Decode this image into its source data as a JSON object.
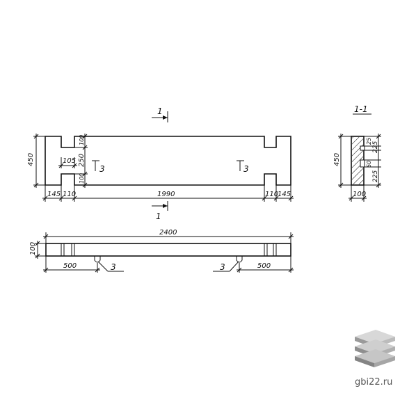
{
  "plan_view": {
    "section_mark": "1",
    "dims": {
      "height": "450",
      "notch_depth": "100",
      "notch_width": "105",
      "middle": "250",
      "notch_bottom": "100",
      "left_end": "145",
      "left_notch": "110",
      "middle_span": "1990",
      "right_notch": "110",
      "right_end": "145"
    },
    "loop_mark": "3"
  },
  "elevation": {
    "length": "2400",
    "thickness": "100",
    "left_offset": "500",
    "right_offset": "500",
    "loop_mark": "3"
  },
  "section": {
    "title": "1-1",
    "height": "450",
    "top_upper": "225",
    "top_small": "25",
    "mid_small": "60",
    "bottom": "225",
    "width": "100"
  },
  "watermark": {
    "site": "gbi22.ru",
    "logo_icon": "stacked-slabs-icon"
  }
}
